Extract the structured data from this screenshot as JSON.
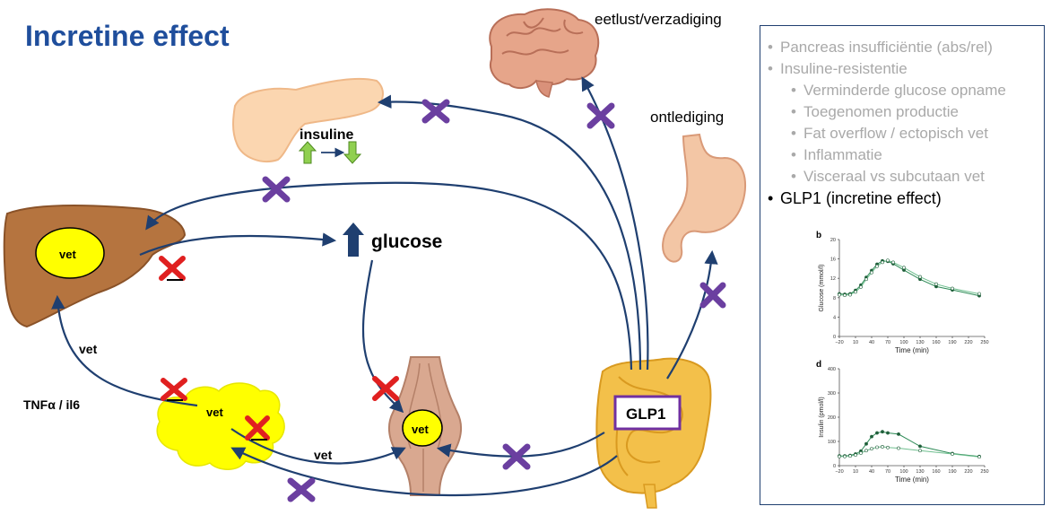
{
  "slide": {
    "title": "Incretine effect"
  },
  "diagram": {
    "labels": {
      "eetlust": "eetlust/verzadiging",
      "ontlediging": "ontlediging",
      "insuline": "insuline",
      "glucose": "glucose",
      "liver_vet": "vet",
      "liver_to_fat_vet": "vet",
      "tnf": "TNFα / il6",
      "fat_vet": "vet",
      "fat_to_muscle_vet": "vet",
      "muscle_vet": "vet",
      "glp1": "GLP1"
    },
    "colors": {
      "arrow": "#1f3f70",
      "inhibit_cross": "#6b3fa0",
      "block_cross": "#e02020",
      "fat": "#ffff00",
      "liver": "#b5743f",
      "title": "#1f4e9c",
      "glp1_box": "#7030a0"
    }
  },
  "side_panel": {
    "bullets": [
      {
        "text": "Pancreas insufficiëntie (abs/rel)",
        "level": 1,
        "active": false
      },
      {
        "text": "Insuline-resistentie",
        "level": 1,
        "active": false
      },
      {
        "text": "Verminderde glucose opname",
        "level": 2,
        "active": false
      },
      {
        "text": "Toegenomen productie",
        "level": 2,
        "active": false
      },
      {
        "text": "Fat overflow / ectopisch vet",
        "level": 2,
        "active": false
      },
      {
        "text": "Inflammatie",
        "level": 2,
        "active": false
      },
      {
        "text": "Visceraal vs subcutaan vet",
        "level": 2,
        "active": false
      },
      {
        "text": "GLP1 (incretine effect)",
        "level": 1,
        "active": true
      }
    ]
  },
  "chart_data": [
    {
      "type": "line",
      "panel_label": "b",
      "ylabel": "Glucose (mmol/l)",
      "xlabel": "Time (min)",
      "x_ticks": [
        "−20",
        "10",
        "40",
        "70",
        "100",
        "130",
        "160",
        "190",
        "220",
        "250"
      ],
      "y_ticks": [
        "0",
        "4",
        "8",
        "12",
        "16",
        "20"
      ],
      "xlim": [
        -20,
        250
      ],
      "ylim": [
        0,
        20
      ],
      "series": [
        {
          "x": [
            -20,
            -10,
            0,
            10,
            20,
            30,
            40,
            50,
            60,
            70,
            80,
            100,
            130,
            160,
            190,
            240
          ],
          "y": [
            8.8,
            8.7,
            8.8,
            9.5,
            10.6,
            12.2,
            13.6,
            14.9,
            15.6,
            15.5,
            15.0,
            13.7,
            11.8,
            10.3,
            9.6,
            8.4
          ]
        },
        {
          "x": [
            -20,
            -10,
            0,
            10,
            20,
            30,
            40,
            50,
            60,
            70,
            80,
            100,
            130,
            160,
            190,
            240
          ],
          "y": [
            8.6,
            8.5,
            8.6,
            9.2,
            10.2,
            11.8,
            13.2,
            14.5,
            15.3,
            15.7,
            15.3,
            14.2,
            12.3,
            10.8,
            9.9,
            8.8
          ]
        }
      ]
    },
    {
      "type": "line",
      "panel_label": "d",
      "ylabel": "Insulin (pmol/l)",
      "xlabel": "Time (min)",
      "x_ticks": [
        "−20",
        "10",
        "40",
        "70",
        "100",
        "130",
        "160",
        "190",
        "220",
        "250"
      ],
      "y_ticks": [
        "0",
        "100",
        "200",
        "300",
        "400"
      ],
      "xlim": [
        -20,
        250
      ],
      "ylim": [
        0,
        400
      ],
      "series": [
        {
          "x": [
            -20,
            -10,
            0,
            10,
            20,
            30,
            40,
            50,
            60,
            70,
            90,
            130,
            190,
            240
          ],
          "y": [
            40,
            40,
            42,
            48,
            60,
            90,
            120,
            135,
            140,
            135,
            130,
            80,
            50,
            38
          ]
        },
        {
          "x": [
            -20,
            -10,
            0,
            10,
            20,
            30,
            40,
            50,
            60,
            70,
            90,
            130,
            190,
            240
          ],
          "y": [
            38,
            38,
            40,
            44,
            52,
            62,
            70,
            76,
            78,
            75,
            72,
            62,
            48,
            36
          ]
        }
      ]
    }
  ]
}
